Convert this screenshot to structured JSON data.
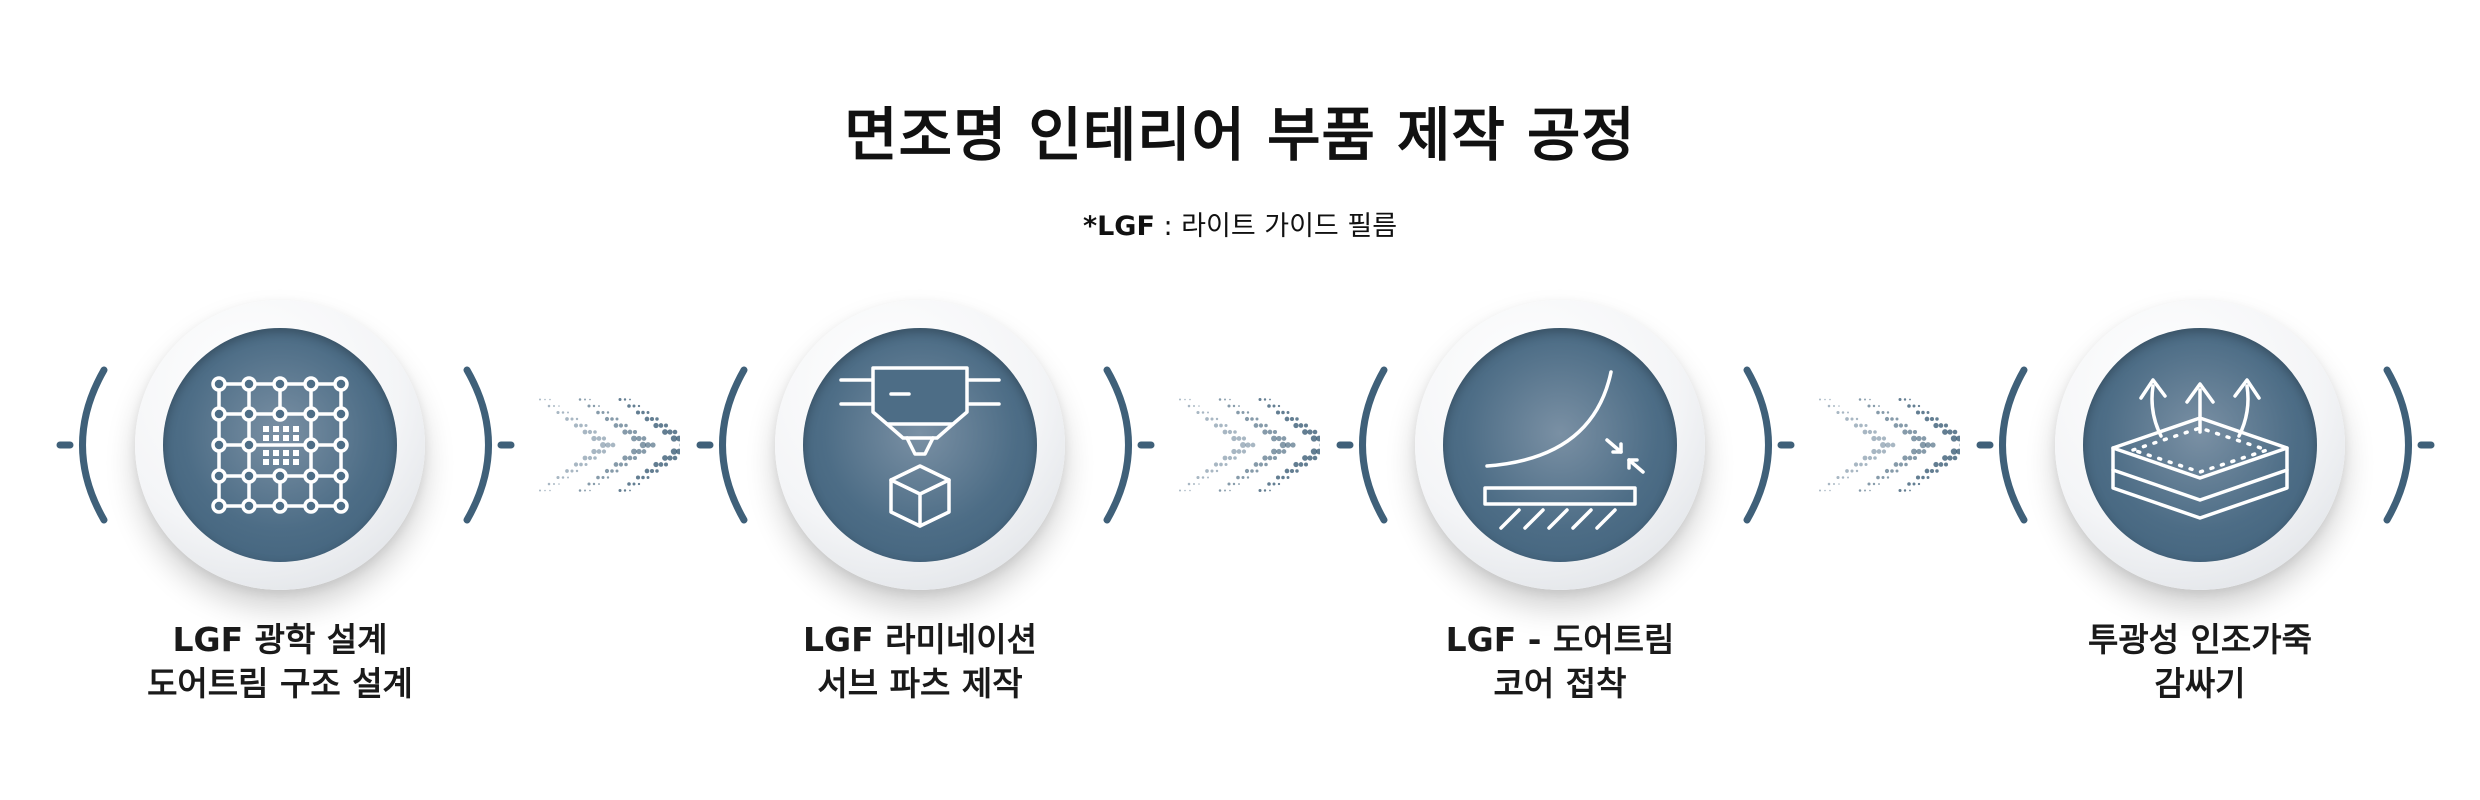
{
  "title": "면조명 인테리어 부품 제작 공정",
  "note": {
    "term": "*LGF",
    "definition": " : 라이트 가이드 필름"
  },
  "colors": {
    "accent": "#3f6079",
    "disc": "#4d6d86",
    "icon": "#ffffff"
  },
  "steps": [
    {
      "icon": "lattice-grid-icon",
      "line1": "LGF 광학 설계",
      "line2": "도어트림 구조 설계"
    },
    {
      "icon": "laminator-cube-icon",
      "line1": "LGF 라미네이션",
      "line2": "서브 파츠 제작"
    },
    {
      "icon": "curved-surface-bonding-icon",
      "line1": "LGF - 도어트림",
      "line2": "코어 접착"
    },
    {
      "icon": "wrapping-arrows-icon",
      "line1": "투광성 인조가죽",
      "line2": "감싸기"
    }
  ]
}
